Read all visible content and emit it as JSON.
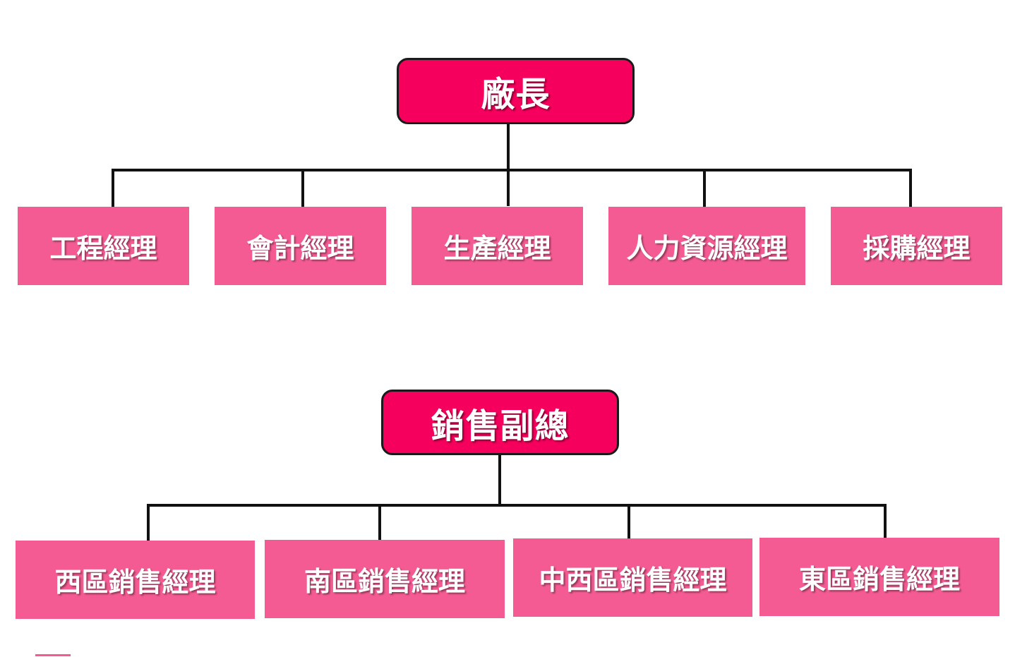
{
  "colors": {
    "head_fill": "#f5005c",
    "role_fill": "#f45b92",
    "text": "#ffffff",
    "connector": "#111111"
  },
  "org_chart_1": {
    "head": "廠長",
    "reports": [
      "工程經理",
      "會計經理",
      "生產經理",
      "人力資源經理",
      "採購經理"
    ]
  },
  "org_chart_2": {
    "head": "銷售副總",
    "reports": [
      "西區銷售經理",
      "南區銷售經理",
      "中西區銷售經理",
      "東區銷售經理"
    ]
  }
}
